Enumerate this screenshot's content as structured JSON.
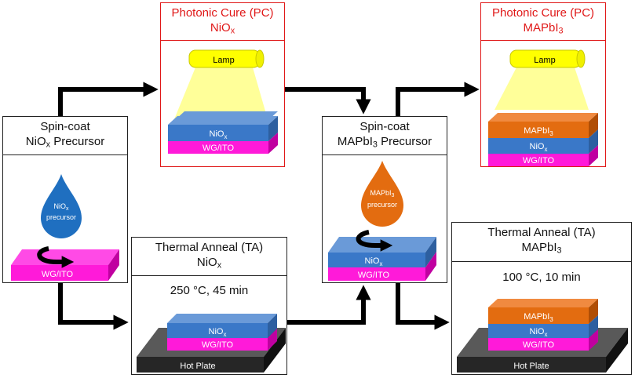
{
  "boxes": {
    "spin_nio": {
      "line1": "Spin-coat",
      "line2_main": "NiO",
      "line2_sub": "x",
      "line2_tail": " Precursor"
    },
    "pc_nio": {
      "line1": "Photonic Cure (PC)",
      "line2_main": "NiO",
      "line2_sub": "x"
    },
    "spin_mapbi": {
      "line1": "Spin-coat",
      "line2_main": "MAPbI",
      "line2_sub": "3",
      "line2_tail": " Precursor"
    },
    "pc_mapbi": {
      "line1": "Photonic Cure (PC)",
      "line2_main": "MAPbI",
      "line2_sub": "3"
    },
    "ta_nio": {
      "line1": "Thermal Anneal (TA)",
      "line2_main": "NiO",
      "line2_sub": "x",
      "condition": "250 °C, 45 min"
    },
    "ta_mapbi": {
      "line1": "Thermal Anneal (TA)",
      "line2_main": "MAPbI",
      "line2_sub": "3",
      "condition": "100 °C, 10 min"
    }
  },
  "layers": {
    "substrate": "WG/ITO",
    "nio_main": "NiO",
    "nio_sub": "x",
    "mapbi_main": "MAPbI",
    "mapbi_sub": "3",
    "hot_plate": "Hot Plate",
    "lamp": "Lamp"
  },
  "droplets": {
    "nio": {
      "l1_main": "NiO",
      "l1_sub": "x",
      "l2": "precursor"
    },
    "mapbi": {
      "l1_main": "MAPbI",
      "l1_sub": "3",
      "l2": "precursor"
    }
  },
  "colors": {
    "magenta": "#ff1ad9",
    "blue": "#3a78c8",
    "orange": "#e36c10",
    "lamp_yellow": "#ffff00",
    "beam": "#ffff99",
    "hot_plate": "#262626",
    "red_border": "#e01818",
    "arrow": "#000000"
  }
}
